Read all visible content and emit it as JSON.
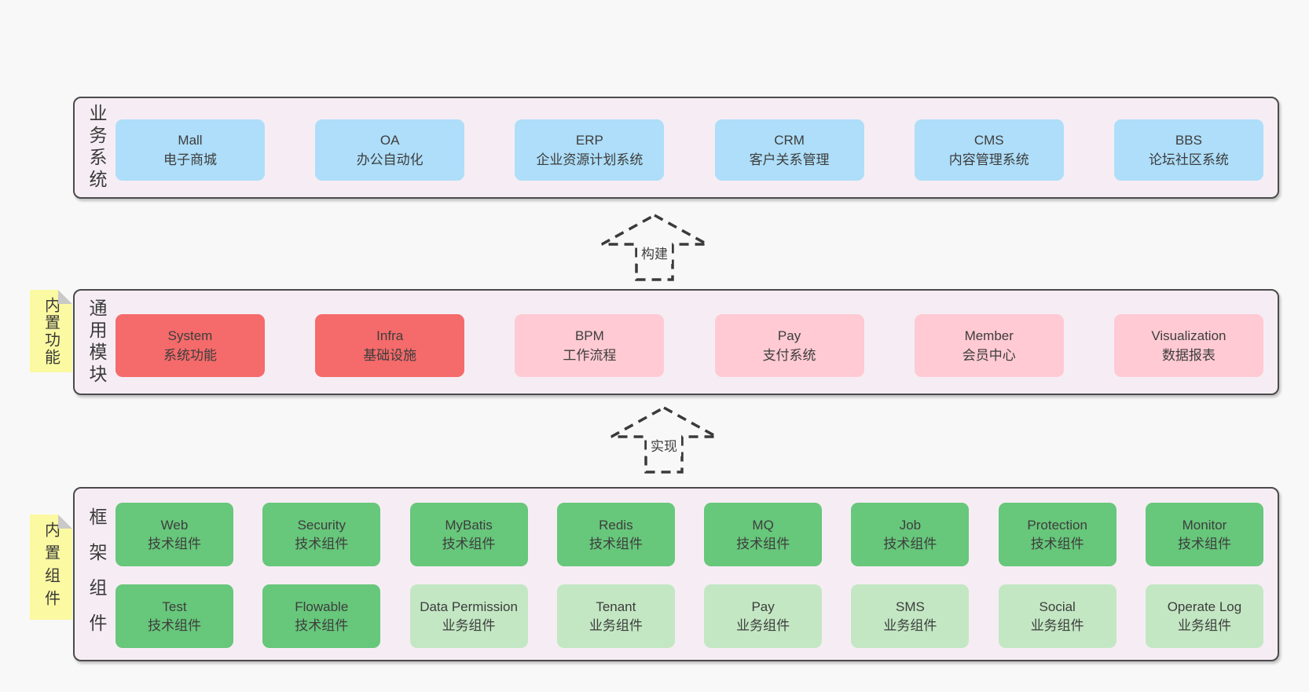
{
  "arrows": {
    "build": "构建",
    "implement": "实现"
  },
  "palette": {
    "page_bg": "#f8f8f8",
    "band_bg": "#f6edf4",
    "band_border": "#4b4b4b",
    "blue_box": "#aedef9",
    "red_box": "#f56a6a",
    "pink_box": "#ffcad3",
    "green_box": "#67c77b",
    "green_light_box": "#c3e7c3",
    "sticky_yellow": "#fbf9a1",
    "sticky_fold": "#c9c9c9",
    "text": "#3d3d3d"
  },
  "bands": {
    "business": {
      "label": "业务系统",
      "items": [
        {
          "en": "Mall",
          "zh": "电子商城"
        },
        {
          "en": "OA",
          "zh": "办公自动化"
        },
        {
          "en": "ERP",
          "zh": "企业资源计划系统"
        },
        {
          "en": "CRM",
          "zh": "客户关系管理"
        },
        {
          "en": "CMS",
          "zh": "内容管理系统"
        },
        {
          "en": "BBS",
          "zh": "论坛社区系统"
        }
      ]
    },
    "modules": {
      "label": "通用模块",
      "sticky": "内置功能",
      "items": [
        {
          "en": "System",
          "zh": "系统功能"
        },
        {
          "en": "Infra",
          "zh": "基础设施"
        },
        {
          "en": "BPM",
          "zh": "工作流程"
        },
        {
          "en": "Pay",
          "zh": "支付系统"
        },
        {
          "en": "Member",
          "zh": "会员中心"
        },
        {
          "en": "Visualization",
          "zh": "数据报表"
        }
      ]
    },
    "framework": {
      "label": "框架组件",
      "sticky": "内置组件",
      "row1": [
        {
          "en": "Web",
          "zh": "技术组件"
        },
        {
          "en": "Security",
          "zh": "技术组件"
        },
        {
          "en": "MyBatis",
          "zh": "技术组件"
        },
        {
          "en": "Redis",
          "zh": "技术组件"
        },
        {
          "en": "MQ",
          "zh": "技术组件"
        },
        {
          "en": "Job",
          "zh": "技术组件"
        },
        {
          "en": "Protection",
          "zh": "技术组件"
        },
        {
          "en": "Monitor",
          "zh": "技术组件"
        }
      ],
      "row2": [
        {
          "en": "Test",
          "zh": "技术组件"
        },
        {
          "en": "Flowable",
          "zh": "技术组件"
        },
        {
          "en": "Data Permission",
          "zh": "业务组件"
        },
        {
          "en": "Tenant",
          "zh": "业务组件"
        },
        {
          "en": "Pay",
          "zh": "业务组件"
        },
        {
          "en": "SMS",
          "zh": "业务组件"
        },
        {
          "en": "Social",
          "zh": "业务组件"
        },
        {
          "en": "Operate Log",
          "zh": "业务组件"
        }
      ]
    }
  }
}
